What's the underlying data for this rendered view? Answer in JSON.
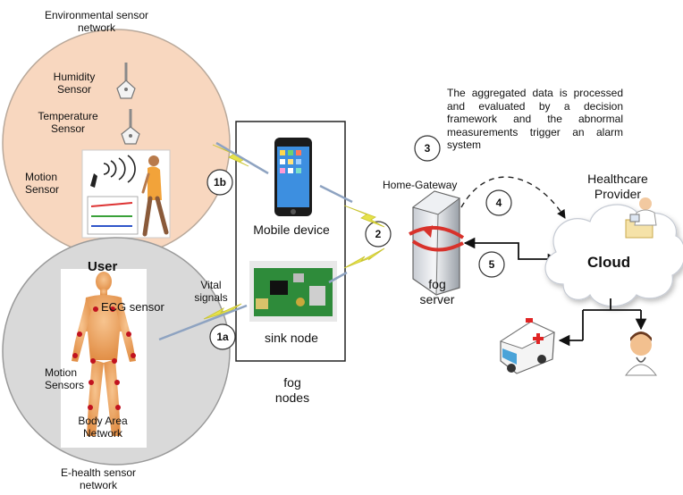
{
  "environment": {
    "title_line1": "Environmental sensor",
    "title_line2": "network",
    "humidity_line1": "Humidity",
    "humidity_line2": "Sensor",
    "temperature_line1": "Temperature",
    "temperature_line2": "Sensor",
    "motion_line1": "Motion",
    "motion_line2": "Sensor"
  },
  "user_circle": {
    "title": "User",
    "ecg": "ECG sensor",
    "motion_line1": "Motion",
    "motion_line2": "Sensors",
    "ban_line1": "Body Area",
    "ban_line2": "Network",
    "caption_line1": "E-health sensor",
    "caption_line2": "network"
  },
  "vital_signals": {
    "line1": "Vital",
    "line2": "signals"
  },
  "fog_nodes": {
    "mobile": "Mobile device",
    "sink": "sink node",
    "caption_line1": "fog",
    "caption_line2": "nodes"
  },
  "gateway": {
    "title": "Home-Gateway",
    "caption_line1": "fog",
    "caption_line2": "server"
  },
  "description": "The aggregated data is processed and evaluated by a decision framework and the abnormal measurements trigger an alarm system",
  "cloud": {
    "label": "Cloud",
    "provider_line1": "Healthcare",
    "provider_line2": "Provider"
  },
  "steps": [
    "1a",
    "1b",
    "2",
    "3",
    "4",
    "5"
  ],
  "colors": {
    "env_fill": "#f8d7bf",
    "user_fill": "#d9d9d9",
    "lightning": "#e6e24a",
    "arrow": "#8ea3c1",
    "cloud_fill": "#ffffff"
  }
}
